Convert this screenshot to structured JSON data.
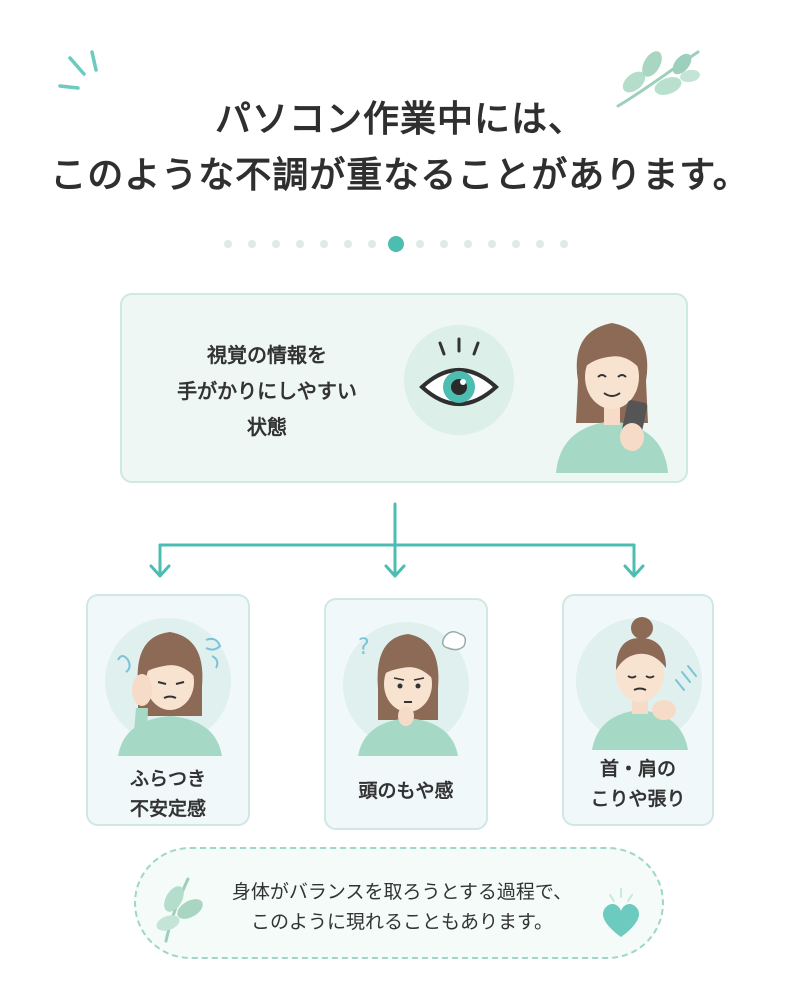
{
  "title": {
    "line1": "パソコン作業中には、",
    "line2": "このような不調が重なることがあります。"
  },
  "progress": {
    "total": 15,
    "current": 8
  },
  "main_card": {
    "lines": [
      "視覚の情報を",
      "手がかりにしやすい",
      "状態"
    ],
    "icon": "eye-icon"
  },
  "symptoms": [
    {
      "lines": [
        "ふらつき",
        "不安定感"
      ],
      "icon": "dizzy-woman"
    },
    {
      "lines": [
        "頭のもや感"
      ],
      "icon": "confused-woman"
    },
    {
      "lines": [
        "首・肩の",
        "こりや張り"
      ],
      "icon": "stiff-neck-woman"
    }
  ],
  "note": {
    "line1": "身体がバランスを取ろうとする過程で、",
    "line2": "このように現れることもあります。"
  },
  "colors": {
    "accent": "#4cbdb0",
    "card_border": "#cde9e2",
    "card_bg": "#eef7f3",
    "leaf": "#a8d8c6"
  }
}
